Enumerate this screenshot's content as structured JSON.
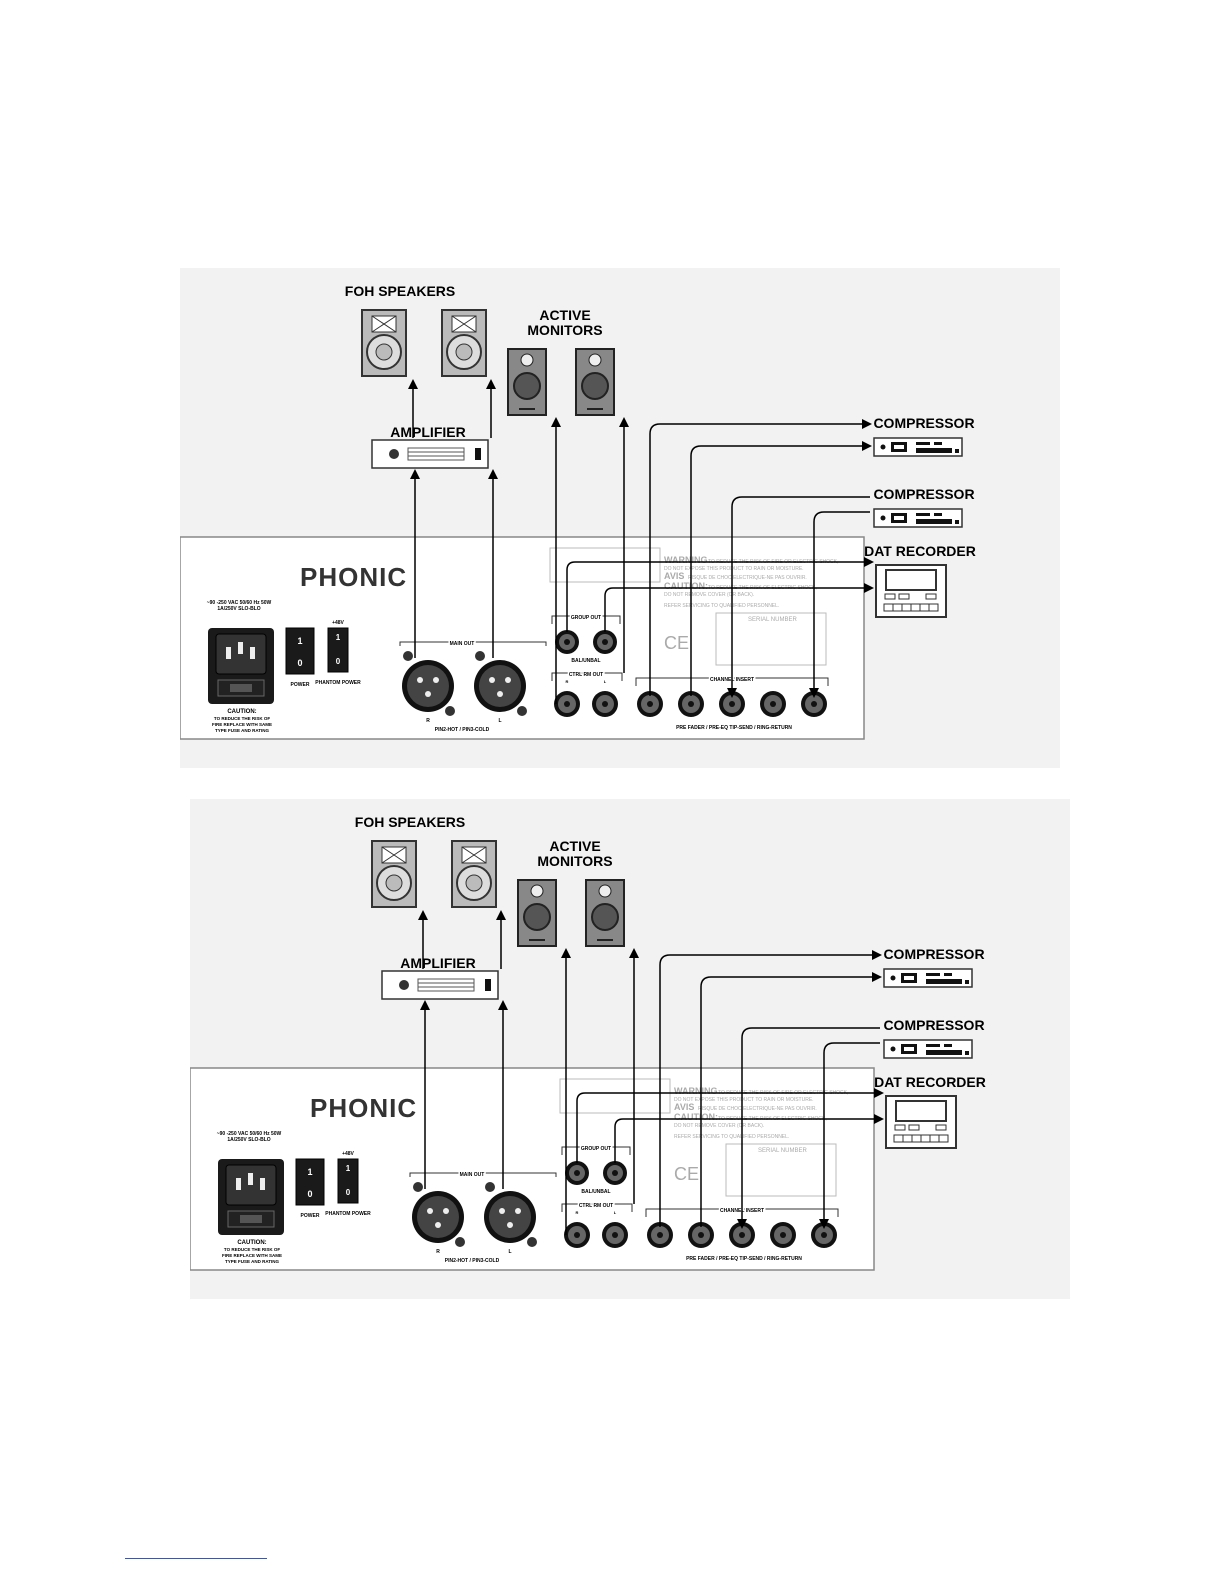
{
  "diagrams": [
    {
      "foh_speakers": "FOH SPEAKERS",
      "active_monitors": [
        "ACTIVE",
        "MONITORS"
      ],
      "amplifier": "AMPLIFIER",
      "compressor_1": "COMPRESSOR",
      "compressor_2": "COMPRESSOR",
      "dat_recorder": "DAT  RECORDER",
      "mixer": {
        "brand": "PHONIC",
        "power_spec_line1": "~90 -250 VAC 50/60 Hz 50W",
        "power_spec_line2": "1A/250V SLO-BLO",
        "power_label": "POWER",
        "phantom_label": "PHANTOM POWER",
        "plus48v": "+48V",
        "switch_on": "1",
        "switch_off": "0",
        "caution_title": "CAUTION:",
        "caution_text": [
          "TO REDUCE THE RISK OF",
          "FIRE REPLACE WITH SAME",
          "TYPE FUSE AND RATING"
        ],
        "main_out": "MAIN OUT",
        "main_out_r": "R",
        "main_out_l": "L",
        "pin_label": "PIN2-HOT  /  PIN3-COLD",
        "group_out": "GROUP OUT",
        "bal_unbal": "BAL/UNBAL",
        "ctrl_rm_out": "CTRL RM OUT",
        "ctrl_r": "R",
        "ctrl_l": "L",
        "channel_insert": "CHANNEL INSERT",
        "insert_footer": "PRE FADER / PRE-EQ    TIP-SEND / RING-RETURN",
        "warning_title": "WARNING",
        "warning_text": "TO REDUCE THE RISK OF FIRE OR ELECTRIC SHOCK,",
        "warning_text2": "DO NOT EXPOSE THIS PRODUCT TO RAIN OR MOISTURE.",
        "avis": "AVIS",
        "avis_text": "RISQUE DE CHOC ELECTRIQUE-NE PAS OUVRIR.",
        "caution2_title": "CAUTION:",
        "caution2_text": "TO REDUCE THE RISK OF ELECTRIC SHOCK,",
        "caution2_text2": "DO NOT REMOVE COVER (OR BACK).",
        "refer_text": "REFER SERVICING TO QUALIFIED PERSONNEL.",
        "serial_number": "SERIAL NUMBER",
        "ce": "CE"
      }
    },
    {
      "foh_speakers": "FOH SPEAKERS",
      "active_monitors": [
        "ACTIVE",
        "MONITORS"
      ],
      "amplifier": "AMPLIFIER",
      "compressor_1": "COMPRESSOR",
      "compressor_2": "COMPRESSOR",
      "dat_recorder": "DAT  RECORDER",
      "mixer": {
        "brand": "PHONIC",
        "power_spec_line1": "~90 -250 VAC 50/60 Hz 50W",
        "power_spec_line2": "1A/250V SLO-BLO",
        "power_label": "POWER",
        "phantom_label": "PHANTOM POWER",
        "plus48v": "+48V",
        "switch_on": "1",
        "switch_off": "0",
        "caution_title": "CAUTION:",
        "caution_text": [
          "TO REDUCE THE RISK OF",
          "FIRE REPLACE WITH SAME",
          "TYPE FUSE AND RATING"
        ],
        "main_out": "MAIN OUT",
        "main_out_r": "R",
        "main_out_l": "L",
        "pin_label": "PIN2-HOT  /  PIN3-COLD",
        "group_out": "GROUP OUT",
        "bal_unbal": "BAL/UNBAL",
        "ctrl_rm_out": "CTRL RM OUT",
        "ctrl_r": "R",
        "ctrl_l": "L",
        "channel_insert": "CHANNEL INSERT",
        "insert_footer": "PRE FADER / PRE-EQ    TIP-SEND / RING-RETURN",
        "warning_title": "WARNING",
        "warning_text": "TO REDUCE THE RISK OF FIRE OR ELECTRIC SHOCK,",
        "warning_text2": "DO NOT EXPOSE THIS PRODUCT TO RAIN OR MOISTURE.",
        "avis": "AVIS",
        "avis_text": "RISQUE DE CHOC ELECTRIQUE-NE PAS OUVRIR.",
        "caution2_title": "CAUTION:",
        "caution2_text": "TO REDUCE THE RISK OF ELECTRIC SHOCK,",
        "caution2_text2": "DO NOT REMOVE COVER (OR BACK).",
        "refer_text": "REFER SERVICING TO QUALIFIED PERSONNEL.",
        "serial_number": "SERIAL NUMBER",
        "ce": "CE"
      }
    }
  ]
}
